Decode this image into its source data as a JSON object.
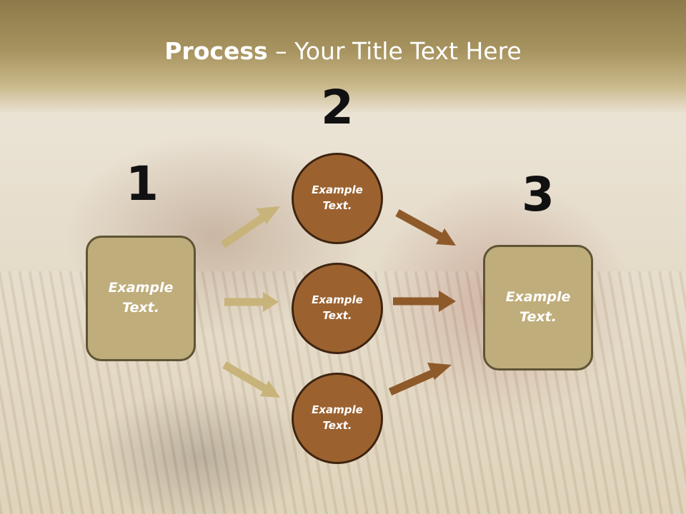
{
  "title": {
    "bold": "Process",
    "rest": " – Your Title Text Here"
  },
  "steps": [
    {
      "number": "1",
      "text": "Example\nText."
    },
    {
      "number": "2",
      "items": [
        "Example\nText.",
        "Example\nText.",
        "Example\nText."
      ]
    },
    {
      "number": "3",
      "text": "Example\nText."
    }
  ],
  "colors": {
    "box_fill": "#bfad7b",
    "circle_fill": "#9b6230",
    "arrow_light": "#c8b37a",
    "arrow_dark": "#8f5a2a"
  }
}
